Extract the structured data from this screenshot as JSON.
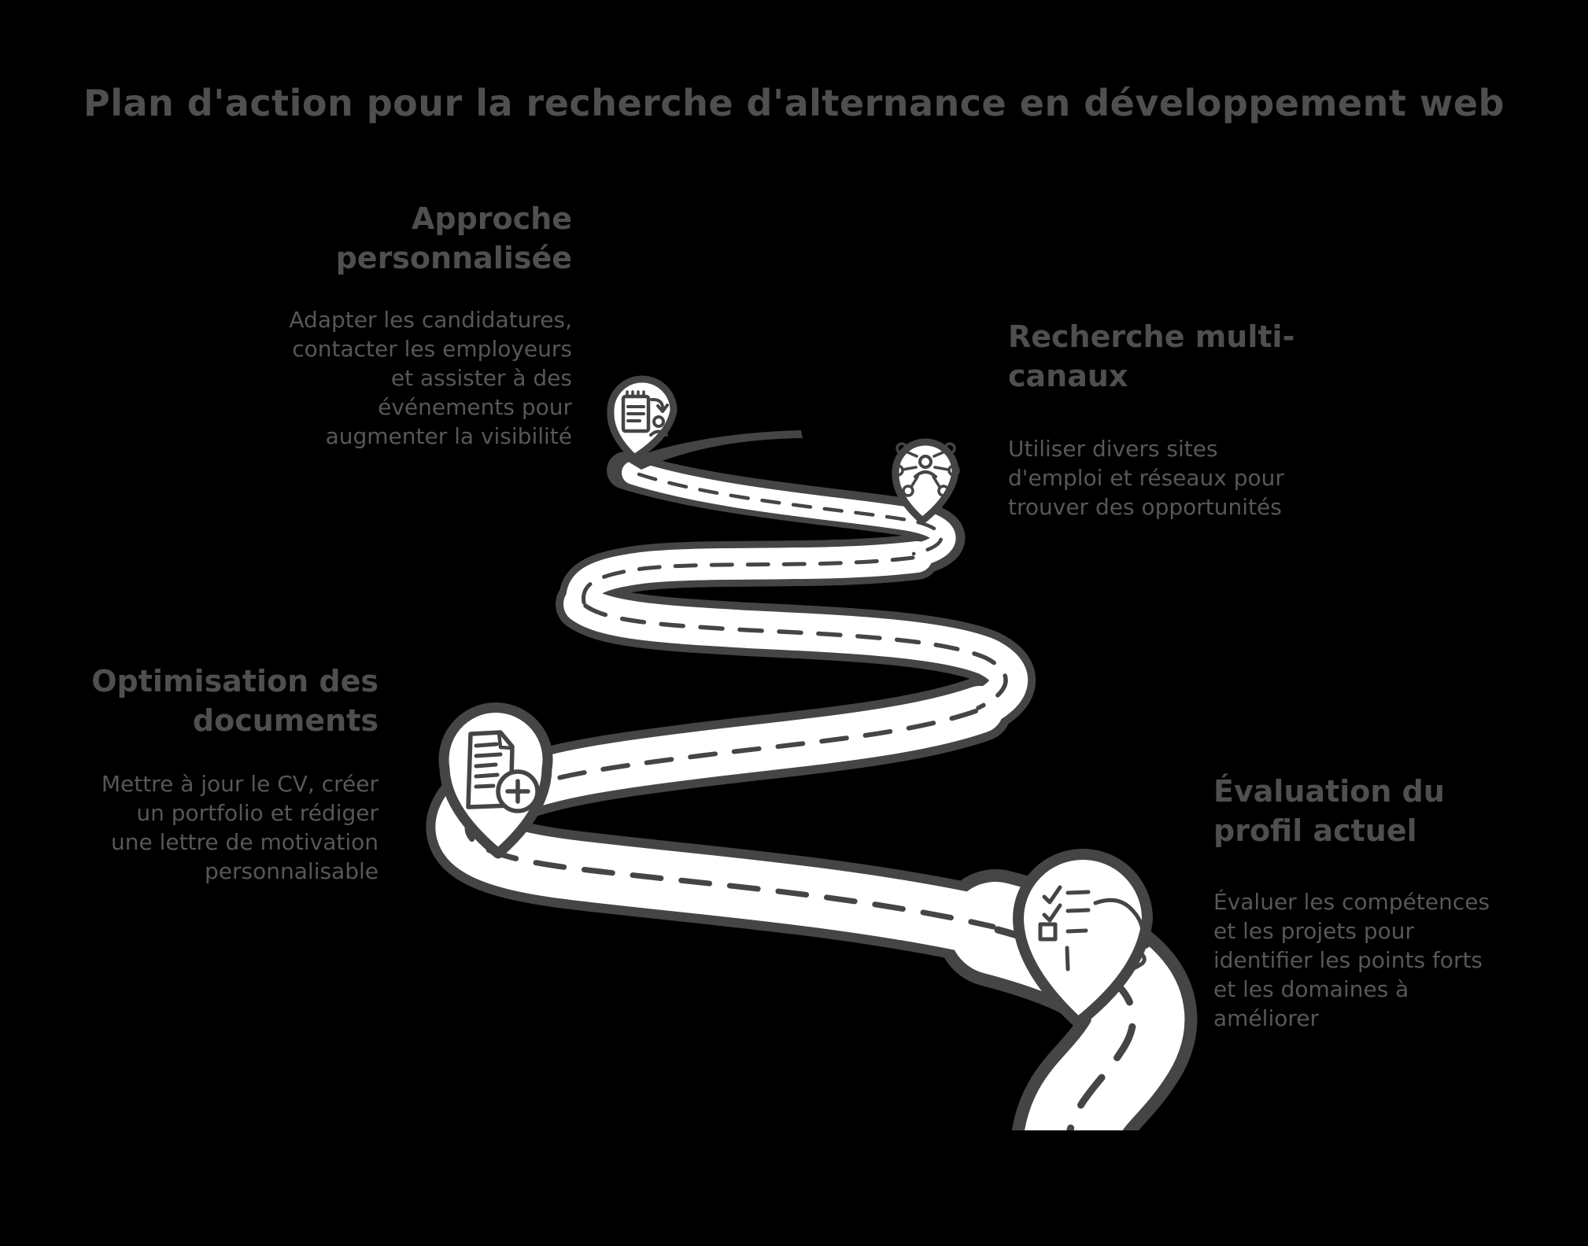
{
  "title": "Plan d'action pour la recherche d'alternance en développement web",
  "steps": [
    {
      "id": "approche-personnalisee",
      "heading": "Approche\npersonnalisée",
      "body": "Adapter les candidatures,\ncontacter les employeurs\net assister à des\névénements pour\naugmenter la visibilité",
      "icon": "clipboard-sync-icon",
      "align": "right"
    },
    {
      "id": "recherche-multi-canaux",
      "heading": "Recherche multi-\ncanaux",
      "body": "Utiliser divers sites\nd'emploi et réseaux pour\ntrouver des opportunités",
      "icon": "people-network-icon",
      "align": "left"
    },
    {
      "id": "optimisation-des-documents",
      "heading": "Optimisation des\ndocuments",
      "body": "Mettre à jour le CV, créer\nun portfolio et rédiger\nune lettre de motivation\npersonnalisable",
      "icon": "document-add-icon",
      "align": "right"
    },
    {
      "id": "evaluation-du-profil-actuel",
      "heading": "Évaluation du\nprofil actuel",
      "body": "Évaluer les compétences\net les projets pour\nidentifier les points forts\net les domaines à\naméliorer",
      "icon": "head-checklist-icon",
      "align": "left"
    }
  ],
  "colors": {
    "background": "#000000",
    "title_text": "#4f4f4f",
    "heading_text": "#4f4f4f",
    "body_text": "#575757",
    "line_art": "#454545",
    "road_surface": "#ffffff"
  }
}
